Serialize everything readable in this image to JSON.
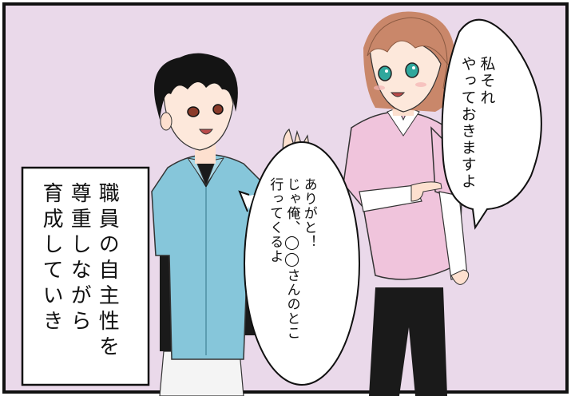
{
  "panel": {
    "background_color": "#ead9ea",
    "border_color": "#111111"
  },
  "bubble_female": {
    "lines": [
      "私それ",
      "やっておきますよ"
    ]
  },
  "bubble_male": {
    "lines": [
      "ありがと！",
      "じゃ俺、◯◯さんのとこ",
      "行ってくるよ"
    ]
  },
  "caption": {
    "lines": [
      "職員の自主性を",
      "尊重しながら",
      "育成していき"
    ]
  },
  "characters": {
    "male": {
      "shirt_color": "#86c6da",
      "hair_color": "#141414"
    },
    "female": {
      "shirt_color": "#f0c4dc",
      "hair_color": "#c9876a",
      "eye_color": "#2fa79c"
    }
  }
}
